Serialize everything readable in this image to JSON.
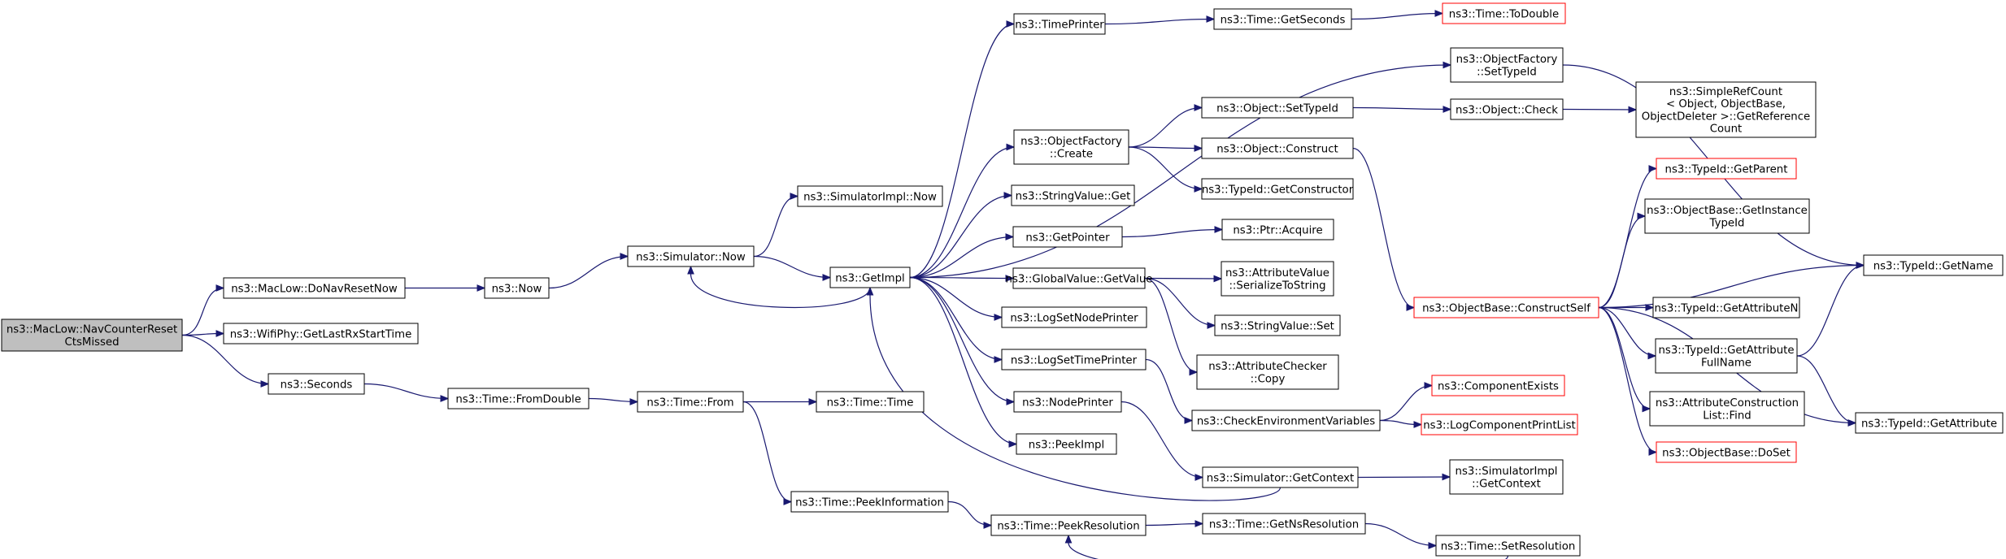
{
  "colors": {
    "edge": "#191970",
    "node_border": "#000000",
    "node_border_truncated": "#ff0000",
    "root_fill": "#bfbfbf",
    "node_fill": "#ffffff"
  },
  "nodes": [
    {
      "id": "n0",
      "lines": [
        "ns3::MacLow::NavCounterReset",
        "CtsMissed"
      ],
      "kind": "root"
    },
    {
      "id": "n1",
      "lines": [
        "ns3::MacLow::DoNavResetNow"
      ],
      "kind": "normal"
    },
    {
      "id": "n2",
      "lines": [
        "ns3::WifiPhy::GetLastRxStartTime"
      ],
      "kind": "normal"
    },
    {
      "id": "n3",
      "lines": [
        "ns3::Seconds"
      ],
      "kind": "normal"
    },
    {
      "id": "n4",
      "lines": [
        "ns3::Now"
      ],
      "kind": "normal"
    },
    {
      "id": "n5",
      "lines": [
        "ns3::Time::FromDouble"
      ],
      "kind": "normal"
    },
    {
      "id": "n6",
      "lines": [
        "ns3::Simulator::Now"
      ],
      "kind": "normal"
    },
    {
      "id": "n7",
      "lines": [
        "ns3::SimulatorImpl::Now"
      ],
      "kind": "normal"
    },
    {
      "id": "n8",
      "lines": [
        "ns3::Time::From"
      ],
      "kind": "normal"
    },
    {
      "id": "n9",
      "lines": [
        "ns3::GetImpl"
      ],
      "kind": "normal"
    },
    {
      "id": "n10",
      "lines": [
        "ns3::Time::Time"
      ],
      "kind": "normal"
    },
    {
      "id": "n11",
      "lines": [
        "ns3::Time::PeekInformation"
      ],
      "kind": "normal"
    },
    {
      "id": "n12",
      "lines": [
        "ns3::TimePrinter"
      ],
      "kind": "normal"
    },
    {
      "id": "n13",
      "lines": [
        "ns3::ObjectFactory",
        "::Create"
      ],
      "kind": "normal"
    },
    {
      "id": "n14",
      "lines": [
        "ns3::StringValue::Get"
      ],
      "kind": "normal"
    },
    {
      "id": "n15",
      "lines": [
        "ns3::GetPointer"
      ],
      "kind": "normal"
    },
    {
      "id": "n16",
      "lines": [
        "ns3::GlobalValue::GetValue"
      ],
      "kind": "normal"
    },
    {
      "id": "n17",
      "lines": [
        "ns3::LogSetNodePrinter"
      ],
      "kind": "normal"
    },
    {
      "id": "n18",
      "lines": [
        "ns3::LogSetTimePrinter"
      ],
      "kind": "normal"
    },
    {
      "id": "n19",
      "lines": [
        "ns3::NodePrinter"
      ],
      "kind": "normal"
    },
    {
      "id": "n20",
      "lines": [
        "ns3::PeekImpl"
      ],
      "kind": "normal"
    },
    {
      "id": "n21",
      "lines": [
        "ns3::Time::PeekResolution"
      ],
      "kind": "normal"
    },
    {
      "id": "n22",
      "lines": [
        "ns3::Time::GetSeconds"
      ],
      "kind": "normal"
    },
    {
      "id": "n23",
      "lines": [
        "ns3::Object::SetTypeId"
      ],
      "kind": "normal"
    },
    {
      "id": "n24",
      "lines": [
        "ns3::Object::Construct"
      ],
      "kind": "normal"
    },
    {
      "id": "n25",
      "lines": [
        "ns3::TypeId::GetConstructor"
      ],
      "kind": "normal"
    },
    {
      "id": "n26",
      "lines": [
        "ns3::Ptr::Acquire"
      ],
      "kind": "normal"
    },
    {
      "id": "n27",
      "lines": [
        "ns3::AttributeValue",
        "::SerializeToString"
      ],
      "kind": "normal"
    },
    {
      "id": "n28",
      "lines": [
        "ns3::StringValue::Set"
      ],
      "kind": "normal"
    },
    {
      "id": "n29",
      "lines": [
        "ns3::AttributeChecker",
        "::Copy"
      ],
      "kind": "normal"
    },
    {
      "id": "n30",
      "lines": [
        "ns3::CheckEnvironmentVariables"
      ],
      "kind": "normal"
    },
    {
      "id": "n31",
      "lines": [
        "ns3::Simulator::GetContext"
      ],
      "kind": "normal"
    },
    {
      "id": "n32",
      "lines": [
        "ns3::Time::GetNsResolution"
      ],
      "kind": "normal"
    },
    {
      "id": "n33",
      "lines": [
        "ns3::Time::ToDouble"
      ],
      "kind": "truncated"
    },
    {
      "id": "n34",
      "lines": [
        "ns3::ObjectFactory",
        "::SetTypeId"
      ],
      "kind": "normal"
    },
    {
      "id": "n35",
      "lines": [
        "ns3::Object::Check"
      ],
      "kind": "normal"
    },
    {
      "id": "n36",
      "lines": [
        "ns3::ObjectBase::ConstructSelf"
      ],
      "kind": "truncated"
    },
    {
      "id": "n37",
      "lines": [
        "ns3::ComponentExists"
      ],
      "kind": "truncated"
    },
    {
      "id": "n38",
      "lines": [
        "ns3::LogComponentPrintList"
      ],
      "kind": "truncated"
    },
    {
      "id": "n39",
      "lines": [
        "ns3::SimulatorImpl",
        "::GetContext"
      ],
      "kind": "normal"
    },
    {
      "id": "n40",
      "lines": [
        "ns3::Time::SetResolution"
      ],
      "kind": "normal"
    },
    {
      "id": "n41",
      "lines": [
        "ns3::SimpleRefCount",
        "< Object, ObjectBase,",
        "ObjectDeleter >::GetReference",
        "Count"
      ],
      "kind": "normal"
    },
    {
      "id": "n42",
      "lines": [
        "ns3::TypeId::GetParent"
      ],
      "kind": "truncated"
    },
    {
      "id": "n43",
      "lines": [
        "ns3::ObjectBase::GetInstance",
        "TypeId"
      ],
      "kind": "normal"
    },
    {
      "id": "n44",
      "lines": [
        "ns3::TypeId::GetAttributeN"
      ],
      "kind": "normal"
    },
    {
      "id": "n45",
      "lines": [
        "ns3::TypeId::GetAttribute",
        "FullName"
      ],
      "kind": "normal"
    },
    {
      "id": "n46",
      "lines": [
        "ns3::AttributeConstruction",
        "List::Find"
      ],
      "kind": "normal"
    },
    {
      "id": "n47",
      "lines": [
        "ns3::ObjectBase::DoSet"
      ],
      "kind": "truncated"
    },
    {
      "id": "n48",
      "lines": [
        "ns3::TypeId::GetName"
      ],
      "kind": "normal"
    },
    {
      "id": "n49",
      "lines": [
        "ns3::TypeId::GetAttribute"
      ],
      "kind": "normal"
    }
  ],
  "edges": [
    [
      "n0",
      "n1"
    ],
    [
      "n0",
      "n2"
    ],
    [
      "n0",
      "n3"
    ],
    [
      "n1",
      "n4"
    ],
    [
      "n4",
      "n6"
    ],
    [
      "n6",
      "n7"
    ],
    [
      "n6",
      "n9"
    ],
    [
      "n3",
      "n5"
    ],
    [
      "n5",
      "n8"
    ],
    [
      "n8",
      "n10"
    ],
    [
      "n8",
      "n11"
    ],
    [
      "n11",
      "n21"
    ],
    [
      "n9",
      "n12"
    ],
    [
      "n9",
      "n13"
    ],
    [
      "n9",
      "n14"
    ],
    [
      "n9",
      "n15"
    ],
    [
      "n9",
      "n16"
    ],
    [
      "n9",
      "n17"
    ],
    [
      "n9",
      "n18"
    ],
    [
      "n9",
      "n19"
    ],
    [
      "n9",
      "n20"
    ],
    [
      "n9",
      "n6"
    ],
    [
      "n9",
      "n34"
    ],
    [
      "n12",
      "n22"
    ],
    [
      "n22",
      "n33"
    ],
    [
      "n13",
      "n23"
    ],
    [
      "n13",
      "n24"
    ],
    [
      "n13",
      "n25"
    ],
    [
      "n23",
      "n35"
    ],
    [
      "n35",
      "n41"
    ],
    [
      "n24",
      "n36"
    ],
    [
      "n34",
      "n48"
    ],
    [
      "n15",
      "n26"
    ],
    [
      "n16",
      "n27"
    ],
    [
      "n16",
      "n28"
    ],
    [
      "n16",
      "n29"
    ],
    [
      "n18",
      "n30"
    ],
    [
      "n19",
      "n31"
    ],
    [
      "n30",
      "n37"
    ],
    [
      "n30",
      "n38"
    ],
    [
      "n31",
      "n39"
    ],
    [
      "n31",
      "n9"
    ],
    [
      "n21",
      "n32"
    ],
    [
      "n32",
      "n40"
    ],
    [
      "n40",
      "n21"
    ],
    [
      "n36",
      "n42"
    ],
    [
      "n36",
      "n43"
    ],
    [
      "n36",
      "n44"
    ],
    [
      "n36",
      "n45"
    ],
    [
      "n36",
      "n46"
    ],
    [
      "n36",
      "n47"
    ],
    [
      "n36",
      "n48"
    ],
    [
      "n36",
      "n49"
    ],
    [
      "n45",
      "n48"
    ],
    [
      "n45",
      "n49"
    ]
  ]
}
